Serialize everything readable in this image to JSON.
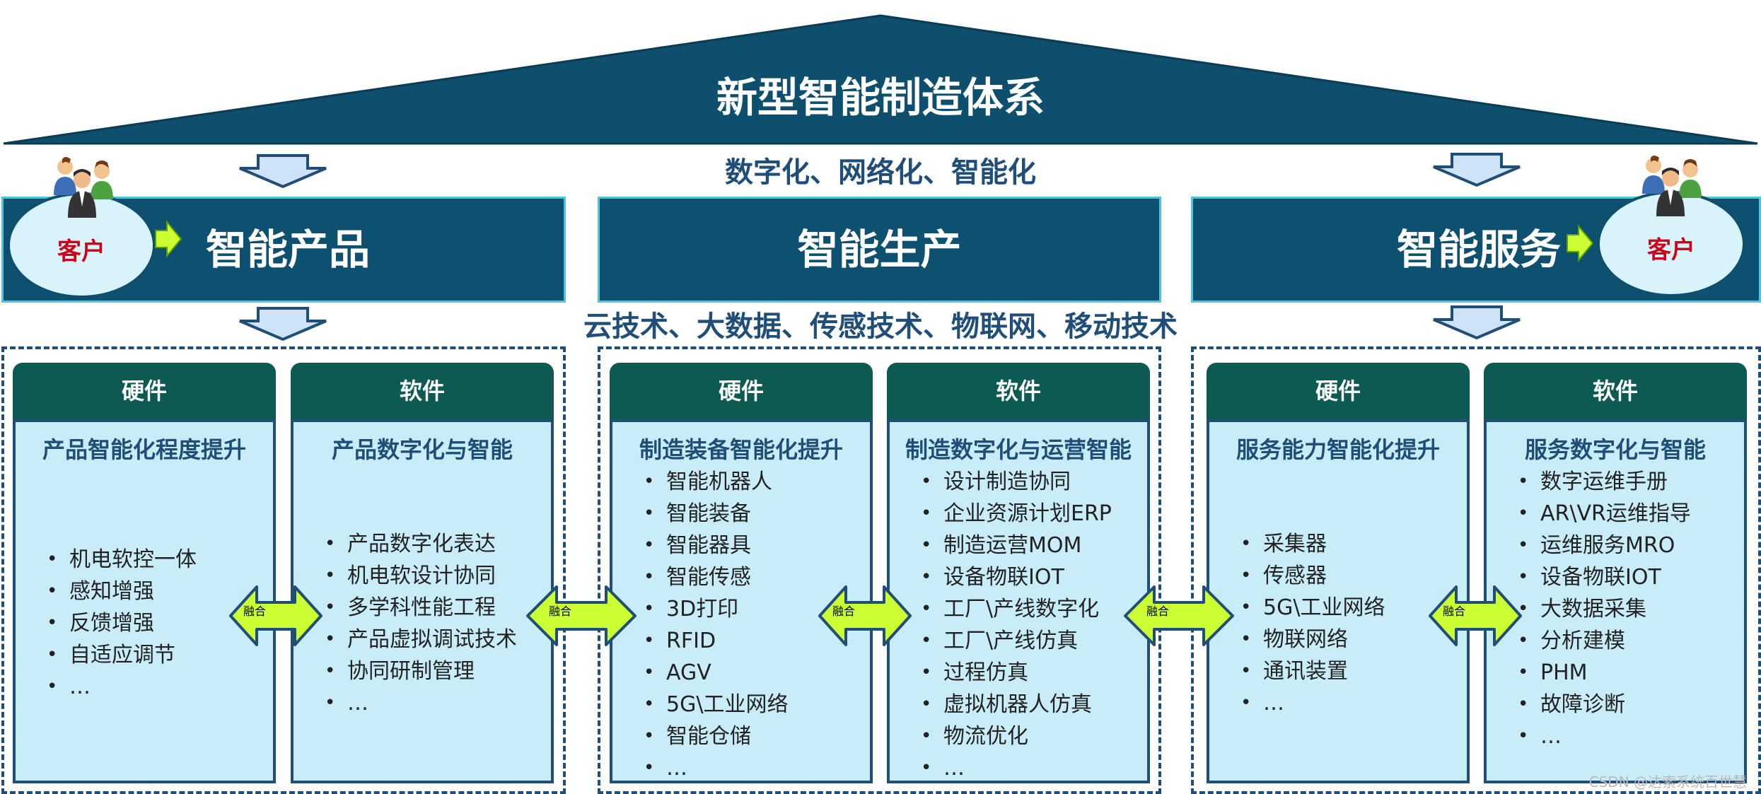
{
  "roof": {
    "title": "新型智能制造体系"
  },
  "subtitle": "数字化、网络化、智能化",
  "tech_line": "云技术、大数据、传感技术、物联网、移动技术",
  "banners": [
    {
      "label": "智能产品"
    },
    {
      "label": "智能生产"
    },
    {
      "label": "智能服务"
    }
  ],
  "customers": [
    {
      "label": "客户"
    },
    {
      "label": "客户"
    }
  ],
  "columns": [
    {
      "header": "硬件",
      "title": "产品智能化程度提升",
      "items": [
        "机电软控一体",
        "感知增强",
        "反馈增强",
        "自适应调节",
        "…"
      ]
    },
    {
      "header": "软件",
      "title": "产品数字化与智能",
      "items": [
        "产品数字化表达",
        "机电软设计协同",
        "多学科性能工程",
        "产品虚拟调试技术",
        "协同研制管理",
        "…"
      ]
    },
    {
      "header": "硬件",
      "title": "制造装备智能化提升",
      "items": [
        "智能机器人",
        "智能装备",
        "智能器具",
        "智能传感",
        "3D打印",
        "RFID",
        "AGV",
        "5G\\工业网络",
        "智能仓储",
        "…"
      ]
    },
    {
      "header": "软件",
      "title": "制造数字化与运营智能",
      "items": [
        "设计制造协同",
        "企业资源计划ERP",
        "制造运营MOM",
        "设备物联IOT",
        "工厂\\产线数字化",
        "工厂\\产线仿真",
        "过程仿真",
        "虚拟机器人仿真",
        "物流优化",
        "…"
      ]
    },
    {
      "header": "硬件",
      "title": "服务能力智能化提升",
      "items": [
        "采集器",
        "传感器",
        "5G\\工业网络",
        "物联网络",
        "通讯装置",
        "…"
      ]
    },
    {
      "header": "软件",
      "title": "服务数字化与智能",
      "items": [
        "数字运维手册",
        "AR\\VR运维指导",
        "运维服务MRO",
        "设备物联IOT",
        "大数据采集",
        "分析建模",
        "PHM",
        "故障诊断",
        "…"
      ]
    }
  ],
  "fusion_label": "融合",
  "watermark": "CSDN @达索系统百世慧",
  "colors": {
    "roof": "#0e4f6e",
    "banner": "#0e5070",
    "column_header": "#0d5a52",
    "column_body": "#c9edf8",
    "fusion_arrow": "#ccff33",
    "customer_text": "#d0021b"
  }
}
